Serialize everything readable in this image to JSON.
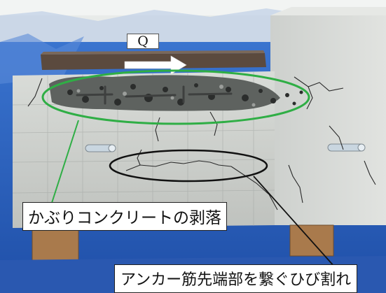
{
  "photo": {
    "load_label": "Q",
    "captions": {
      "cover_spalling": "かぶりコンクリートの剥落",
      "crack_between_anchor_tips": "アンカー筋先端部を繋ぐひび割れ"
    },
    "colors": {
      "spalling_ellipse": "#2fae45",
      "crack_ellipse": "#111111",
      "tarp_blue": "#2e66c4",
      "concrete": "#cfd1cf"
    }
  }
}
